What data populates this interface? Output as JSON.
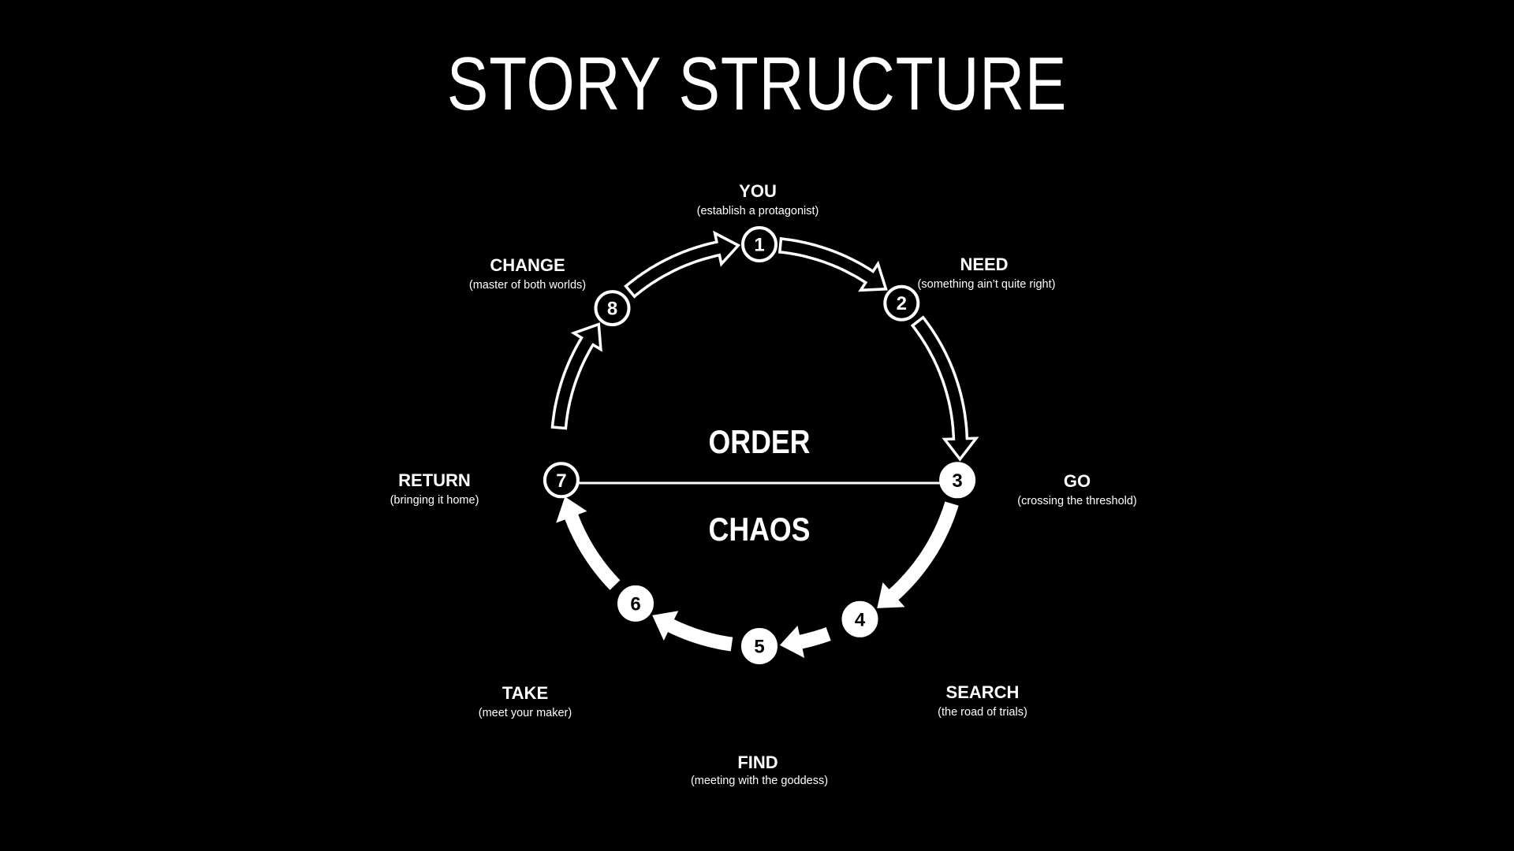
{
  "title": "STORY STRUCTURE",
  "zones": {
    "upper": "ORDER",
    "lower": "CHAOS"
  },
  "colors": {
    "background": "#000000",
    "foreground": "#ffffff"
  },
  "steps": [
    {
      "number": "1",
      "label": "YOU",
      "sublabel": "(establish a protagonist)"
    },
    {
      "number": "2",
      "label": "NEED",
      "sublabel": "(something ain’t quite right)"
    },
    {
      "number": "3",
      "label": "GO",
      "sublabel": "(crossing the threshold)"
    },
    {
      "number": "4",
      "label": "SEARCH",
      "sublabel": "(the road of trials)"
    },
    {
      "number": "5",
      "label": "FIND",
      "sublabel": "(meeting with the goddess)"
    },
    {
      "number": "6",
      "label": "TAKE",
      "sublabel": "(meet your maker)"
    },
    {
      "number": "7",
      "label": "RETURN",
      "sublabel": "(bringing it home)"
    },
    {
      "number": "8",
      "label": "CHANGE",
      "sublabel": "(master of both worlds)"
    }
  ]
}
